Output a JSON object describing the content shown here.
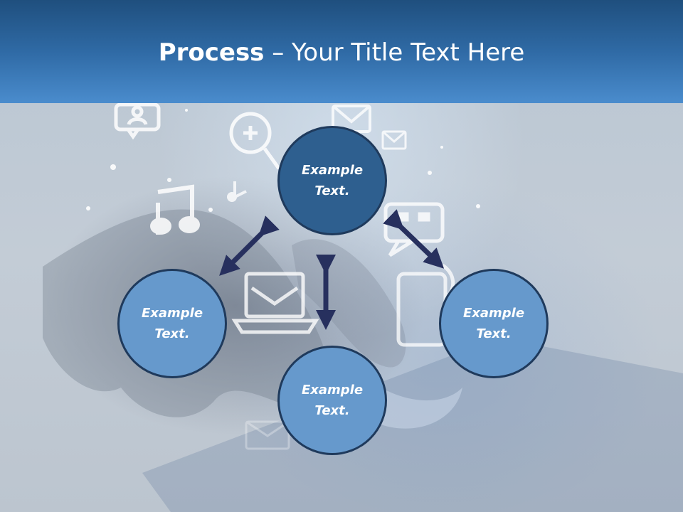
{
  "title": {
    "bold": "Process",
    "rest": " – Your Title Text Here"
  },
  "diagram": {
    "nodes": [
      {
        "id": "top",
        "label": "Example\nText."
      },
      {
        "id": "left",
        "label": "Example\nText."
      },
      {
        "id": "right",
        "label": "Example\nText."
      },
      {
        "id": "bottom",
        "label": "Example\nText."
      }
    ],
    "arrows": [
      "top-left",
      "top-right",
      "center-vertical"
    ]
  },
  "colors": {
    "header": "#2f6aa5",
    "node_fill": "#6699cc",
    "node_top_fill": "#2e5f8f",
    "node_border": "#1f3a5c",
    "arrow": "#27305e"
  },
  "background_icons": [
    "chat-person-icon",
    "magnifier-plus-icon",
    "mail-icon",
    "music-note-icon",
    "laptop-mail-icon",
    "chat-bubble-icon",
    "phone-icon"
  ]
}
